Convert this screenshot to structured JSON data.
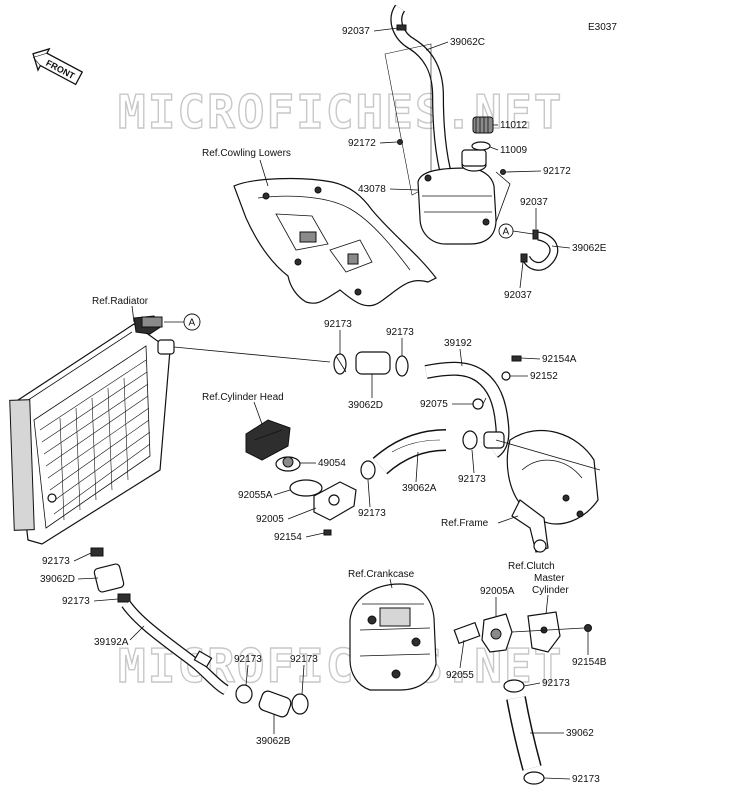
{
  "diagram_code": "E3037",
  "front_label": "FRONT",
  "watermark": "MICROFICHES.NET",
  "references": {
    "cowling": "Ref.Cowling Lowers",
    "radiator": "Ref.Radiator",
    "cylinder_head": "Ref.Cylinder Head",
    "frame": "Ref.Frame",
    "crankcase": "Ref.Crankcase",
    "clutch_1": "Ref.Clutch",
    "clutch_2": "Master",
    "clutch_3": "Cylinder"
  },
  "connector": "A",
  "parts": [
    {
      "id": "p1",
      "text": "92037"
    },
    {
      "id": "p2",
      "text": "39062C"
    },
    {
      "id": "p3",
      "text": "11012"
    },
    {
      "id": "p4",
      "text": "92172"
    },
    {
      "id": "p5",
      "text": "11009"
    },
    {
      "id": "p6",
      "text": "92172"
    },
    {
      "id": "p7",
      "text": "43078"
    },
    {
      "id": "p8",
      "text": "92037"
    },
    {
      "id": "p9",
      "text": "39062E"
    },
    {
      "id": "p10",
      "text": "92037"
    },
    {
      "id": "p11",
      "text": "92173"
    },
    {
      "id": "p12",
      "text": "92173"
    },
    {
      "id": "p13",
      "text": "39192"
    },
    {
      "id": "p14",
      "text": "92154A"
    },
    {
      "id": "p15",
      "text": "92152"
    },
    {
      "id": "p16",
      "text": "39062D"
    },
    {
      "id": "p17",
      "text": "92075"
    },
    {
      "id": "p18",
      "text": "49054"
    },
    {
      "id": "p19",
      "text": "39062A"
    },
    {
      "id": "p20",
      "text": "92173"
    },
    {
      "id": "p21",
      "text": "92055A"
    },
    {
      "id": "p22",
      "text": "92005"
    },
    {
      "id": "p23",
      "text": "92173"
    },
    {
      "id": "p24",
      "text": "92154"
    },
    {
      "id": "p25",
      "text": "92173"
    },
    {
      "id": "p26",
      "text": "39062D"
    },
    {
      "id": "p27",
      "text": "92173"
    },
    {
      "id": "p28",
      "text": "39192A"
    },
    {
      "id": "p29",
      "text": "92005A"
    },
    {
      "id": "p30",
      "text": "92154B"
    },
    {
      "id": "p31",
      "text": "92173"
    },
    {
      "id": "p32",
      "text": "92173"
    },
    {
      "id": "p33",
      "text": "92055"
    },
    {
      "id": "p34",
      "text": "92173"
    },
    {
      "id": "p35",
      "text": "39062B"
    },
    {
      "id": "p36",
      "text": "39062"
    },
    {
      "id": "p37",
      "text": "92173"
    }
  ]
}
